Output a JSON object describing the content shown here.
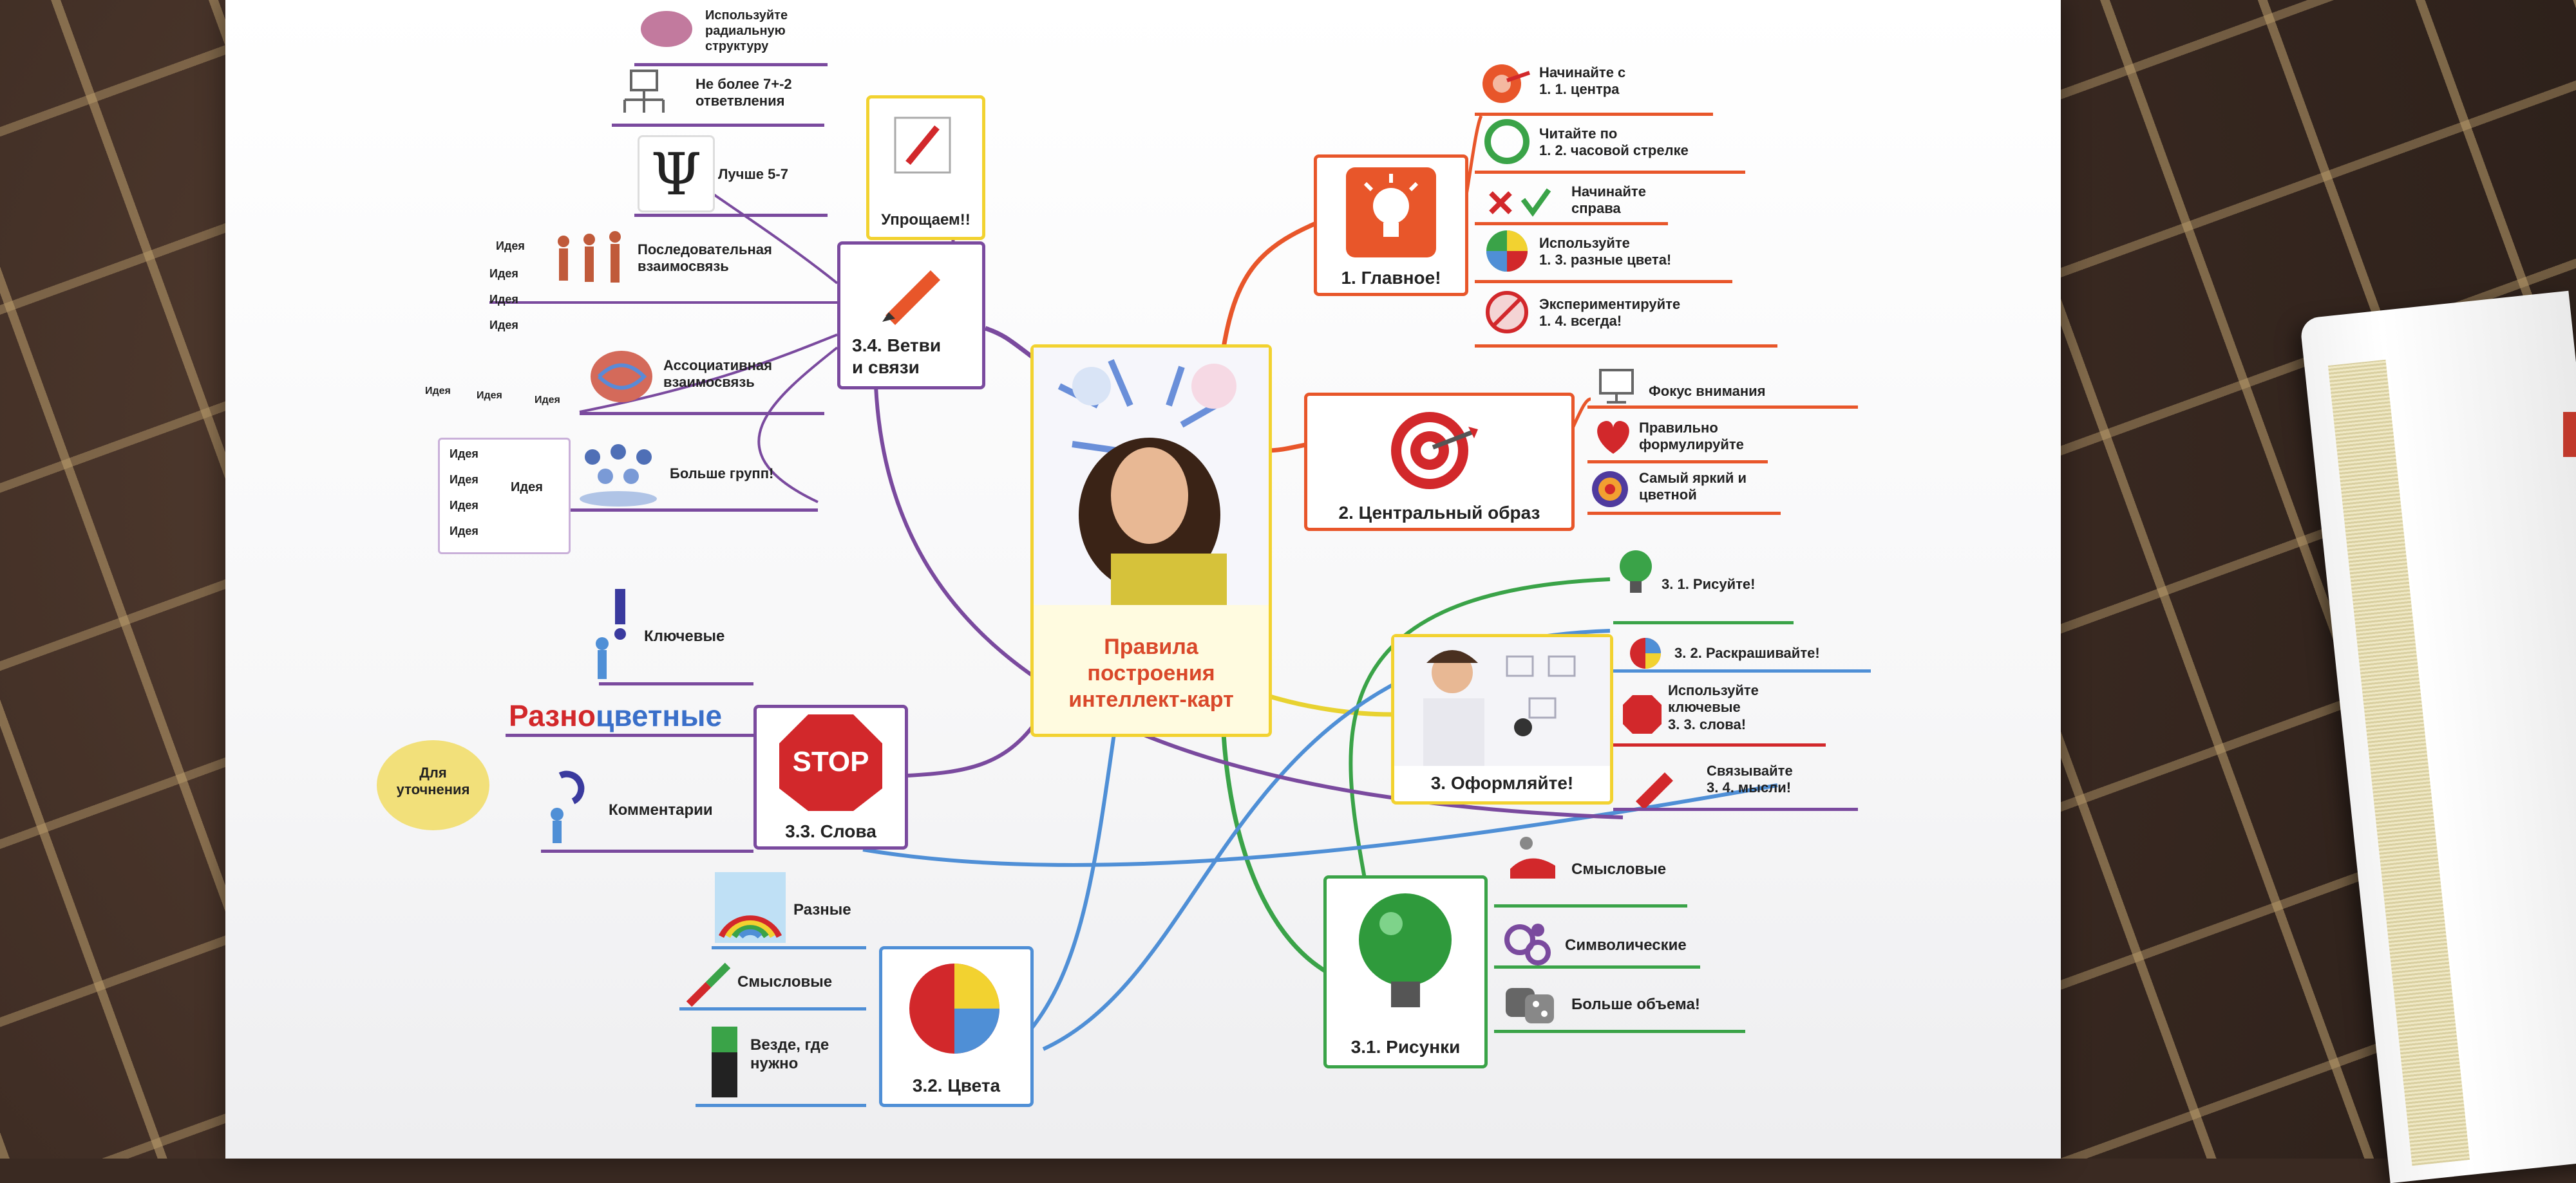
{
  "center": {
    "title_line1": "Правила",
    "title_line2": "построения",
    "title_line3": "интеллект-карт"
  },
  "branch1": {
    "label": "1. Главное!",
    "items": [
      "Начинайте с",
      "1. 1. центра",
      "Читайте по",
      "1. 2. часовой стрелке",
      "Начинайте",
      "справа",
      "Используйте",
      "1. 3. разные цвета!",
      "Экспериментируйте",
      "1. 4. всегда!"
    ]
  },
  "branch2": {
    "label": "2. Центральный образ",
    "items": [
      "Фокус внимания",
      "Правильно",
      "формулируйте",
      "Самый яркий и",
      "цветной"
    ]
  },
  "branch3": {
    "label": "3. Оформляйте!",
    "items": [
      "3. 1. Рисуйте!",
      "3. 2. Раскрашивайте!",
      "Используйте",
      "ключевые",
      "3. 3. слова!",
      "Связывайте",
      "3. 4. мысли!"
    ]
  },
  "branch31": {
    "label": "3.1. Рисунки",
    "items": [
      "Смысловые",
      "Символические",
      "Больше объема!"
    ]
  },
  "branch32": {
    "label": "3.2. Цвета",
    "items": [
      "Разные",
      "Смысловые",
      "Везде, где",
      "нужно"
    ]
  },
  "branch33": {
    "label": "3.3. Слова",
    "stop": "STOP",
    "items": [
      "Ключевые",
      "Разно",
      "цветные",
      "Комментарии"
    ],
    "bubble_line1": "Для",
    "bubble_line2": "уточнения"
  },
  "branch34": {
    "label_line1": "3.4. Ветви",
    "label_line2": "и связи",
    "items": [
      "Используйте",
      "радиальную",
      "структуру",
      "Не более 7+-2",
      "ответвления",
      "Лучше 5-7",
      "Последовательная",
      "взаимосвязь",
      "Ассоциативная",
      "взаимосвязь",
      "Больше групп!"
    ],
    "simplify": "Упрощаем!!",
    "psi": "Ψ",
    "idea": "Идея"
  },
  "colors": {
    "gold": "#f2d230",
    "orange": "#e8562a",
    "red": "#d2282b",
    "green": "#3aa348",
    "blue": "#4f8fd6",
    "purple": "#7a4a9e",
    "paper": "#ffffff"
  }
}
